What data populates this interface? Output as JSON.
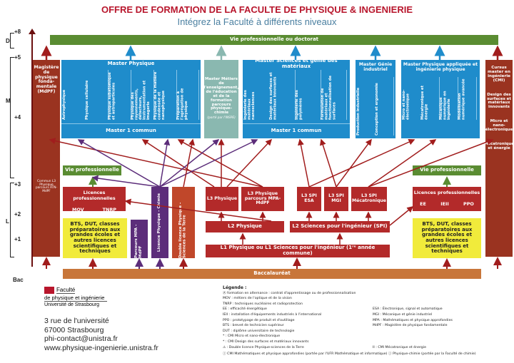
{
  "header": {
    "title": "OFFRE DE FORMATION DE LA FACULTE DE PHYSIQUE & INGENIERIE",
    "subtitle": "Intégrez la Faculté à différents niveaux"
  },
  "levels": {
    "p8": "+8",
    "d": "D",
    "p5": "+5",
    "m": "M",
    "p4": "+4",
    "p3": "+3",
    "l": "L",
    "p2": "+2",
    "p1": "+1",
    "bac": "Bac"
  },
  "top": {
    "vie_pro_doc": "Vie professionnelle ou doctorat"
  },
  "magistere": {
    "label": "Magistère de physique fonda-mentale (MdPF)",
    "note": "Commun L3 Physique parcours ATN-MdPF"
  },
  "cmi": {
    "label": "Cursus master en ingénierie (CMI)",
    "items": [
      "Design des surfaces et matériaux innovants",
      "Micro et nano-électronique",
      "Mécatronique et énergie"
    ]
  },
  "master_physique": {
    "title": "Master Physique",
    "courses": [
      "Astrophysique",
      "Physique cellulaire",
      "Physique subatomique et astroparticules",
      "Physique des rayonnements, détecteurs, instrumentation et imagerie",
      "Physique de la matière condensée et nanophysique",
      "Préparation à l'agrégation de physique"
    ]
  },
  "master_meef": {
    "title": "Master Métiers de l'enseignement, de l'éducation et de la formation parcours physique-chimie",
    "note": "(porté par l'INSPE)"
  },
  "master_sgm": {
    "title": "Master Sciences et génie des matériaux",
    "courses": [
      "Ingénierie des matériaux nanosciences",
      "Design des surfaces et matériaux innovants",
      "Ingénierie des polymères",
      "Formulation de matériaux et fonctionnalisation de surfaces"
    ]
  },
  "master_gi": {
    "title": "Master Génie industriel",
    "courses": [
      "Production industrielle",
      "Conception et ergonomie"
    ]
  },
  "master_pai": {
    "title": "Master Physique appliquée et ingénierie physique",
    "courses": [
      "Micro et nano-électronique",
      "Mécatronique et énergie",
      "Mécanique numérique en ingénierie",
      "Modélisation numérique avancée"
    ]
  },
  "master1": {
    "left": "Master 1 commun",
    "right": "Master 1 commun"
  },
  "vie_pro": {
    "left": "Vie professionnelle",
    "right": "Vie professionnelle"
  },
  "licences_pro_left": {
    "title": "Licences professionnelles",
    "items": [
      "MOV",
      "TNRP"
    ]
  },
  "licences_pro_right": {
    "title": "Licences professionnelles",
    "items": [
      "EE",
      "IEII",
      "PPO"
    ]
  },
  "vertical_l": {
    "mpa": "Parcours MPA - MdPF",
    "chimie": "Licence Physique - Chimie",
    "double": "Double licence Physique - Sciences de la Terre"
  },
  "l3": [
    "L3 Physique",
    "L3 Physique parcours MPA-MdPF",
    "L3 SPI ESA",
    "L3 SPI MGI",
    "L3 SPI Mécatronique"
  ],
  "l2": {
    "physique": "L2 Physique",
    "spi": "L2 Sciences pour l'ingénieur (SPI)"
  },
  "l1": "L1 Physique ou L1 Sciences pour l'ingénieur (1ʳᵉ année commune)",
  "bts": {
    "left": "BTS, DUT, classes préparatoires aux grandes écoles et autres licences scientifiques et techniques",
    "right": "BTS, DUT, classes préparatoires aux grandes écoles et autres licences scientifiques et techniques"
  },
  "bac": "Baccalauréat",
  "logo": {
    "line1": "Faculté",
    "line2": "de physique et ingénierie",
    "line3": "Université de Strasbourg"
  },
  "contact": {
    "street": "3 rue de l'université",
    "city": "67000 Strasbourg",
    "email": "phi-contact@unistra.fr",
    "web": "www.physique-ingenierie.unistra.fr"
  },
  "legend": {
    "title": "Légende :",
    "left": [
      "Ⓐ formation en alternance : contrat d'apprentissage ou de professionnalisation",
      "MOV : métiers de l'optique et de la vision",
      "TNRP : techniques nucléaires et radioprotection",
      "EE : efficacité énergétique",
      "IEII : installation d'équipements industriels à l'international",
      "PPO : prototypage de produit et d'outillage",
      "BTS : brevet de technicien supérieur",
      "DUT : diplôme universitaire de technologie",
      "* : CMI Micro et nano-électronique",
      "* : CMI Design des surfaces et matériaux innovants",
      "⚠ : Double licence Physique-sciences de la Terre"
    ],
    "right": [
      "ESA : Électronique, signal et automatique",
      "MGI : Mécanique et génie industriel",
      "MPA : Mathématiques et physique approfondies",
      "MdPF : Magistère de physique fondamentale",
      "",
      "",
      "",
      "II : CMI Mécatronique et énergie"
    ],
    "bottom": "ⓘ CMI Mathématiques et physique approfondies (portée par l'UFR Mathématique et informatique)  ⓘ Physique-chimie (portée par la Faculté de chimie)"
  }
}
